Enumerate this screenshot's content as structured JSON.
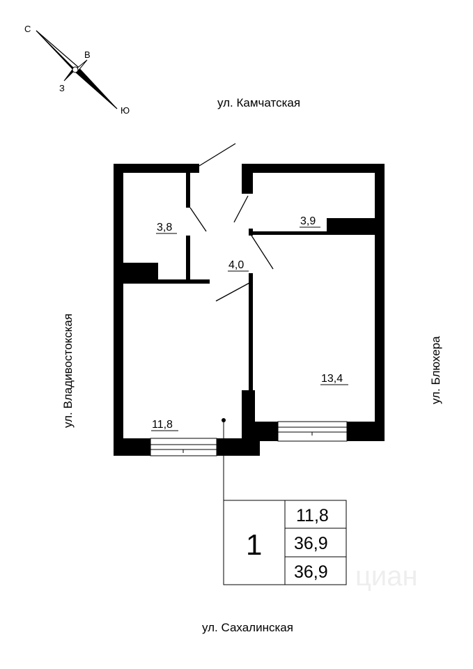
{
  "compass": {
    "north": "С",
    "south": "Ю",
    "east": "В",
    "west": "З"
  },
  "streets": {
    "top": "ул. Камчатская",
    "bottom": "ул. Сахалинская",
    "left": "ул. Владивостокская",
    "right": "ул. Блюхера"
  },
  "rooms": {
    "bathroom": "3,8",
    "hall": "4,0",
    "kitchen": "3,9",
    "living_room": "11,8",
    "bedroom": "13,4"
  },
  "info_table": {
    "rooms_count": "1",
    "living_area": "11,8",
    "total_area": "36,9",
    "total_area_2": "36,9"
  },
  "watermark": "циан"
}
